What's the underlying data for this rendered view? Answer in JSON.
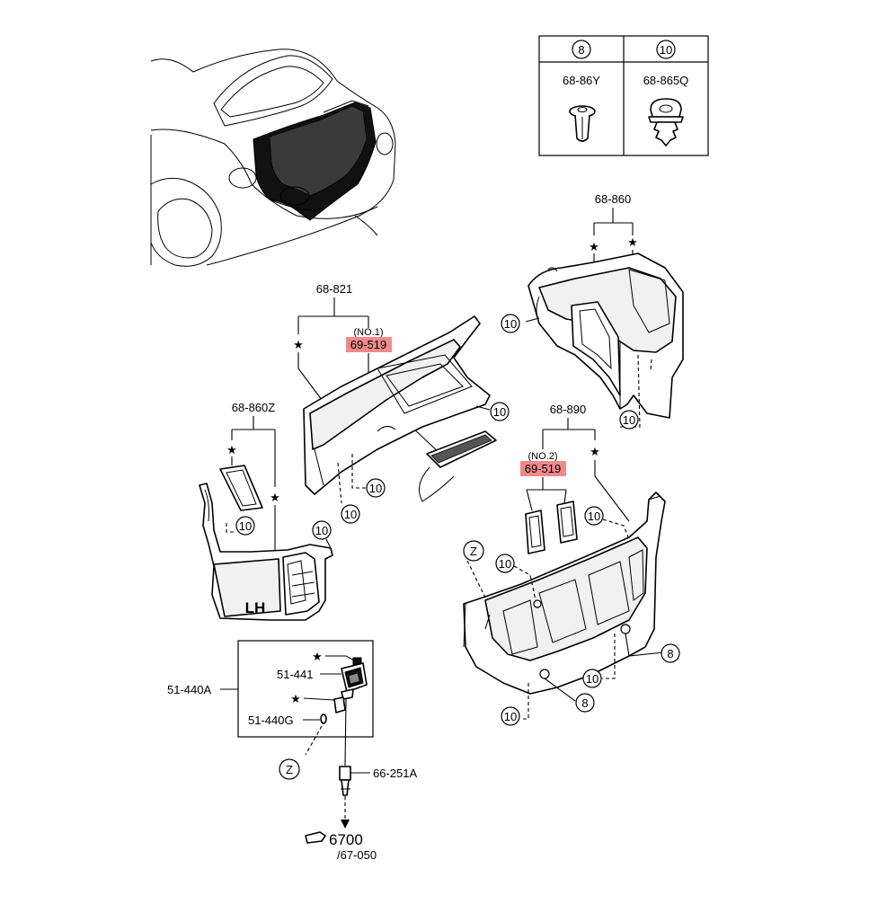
{
  "legend": {
    "columns": [
      {
        "ref": "8",
        "part": "68-86Y"
      },
      {
        "ref": "10",
        "part": "68-865Q"
      }
    ]
  },
  "parts": {
    "p_68_821": "68-821",
    "p_68_860": "68-860",
    "p_68_860z": "68-860Z",
    "p_68_890": "68-890",
    "p_51_440a": "51-440A",
    "p_51_441": "51-441",
    "p_51_440g": "51-440G",
    "p_66_251a": "66-251A",
    "p_6700": "6700",
    "p_67_050": "/67-050"
  },
  "highlighted": [
    {
      "qualifier": "(NO.1)",
      "part": "69-519"
    },
    {
      "qualifier": "(NO.2)",
      "part": "69-519"
    }
  ],
  "callouts": {
    "ten": "10",
    "eight": "8",
    "z": "Z",
    "lh": "LH",
    "star": "★"
  },
  "colors": {
    "highlight": "#f08a8a",
    "line": "#000000",
    "background": "#ffffff"
  }
}
